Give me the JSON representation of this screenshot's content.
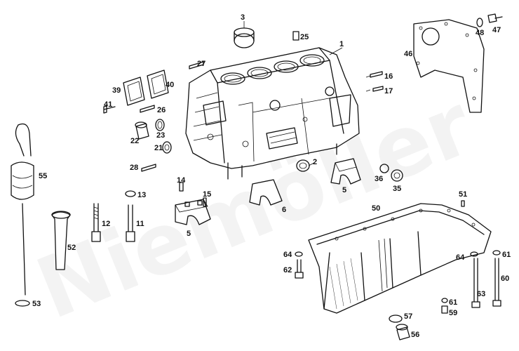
{
  "diagram": {
    "callouts": {
      "c1": "1",
      "c2": "2",
      "c3": "3",
      "c5a": "5",
      "c5b": "5",
      "c6": "6",
      "c11": "11",
      "c12": "12",
      "c13": "13",
      "c14": "14",
      "c15": "15",
      "c16": "16",
      "c17": "17",
      "c21": "21",
      "c22": "22",
      "c23": "23",
      "c25": "25",
      "c26": "26",
      "c27": "27",
      "c28": "28",
      "c35": "35",
      "c36": "36",
      "c39": "39",
      "c40": "40",
      "c41": "41",
      "c46": "46",
      "c47": "47",
      "c48": "48",
      "c50": "50",
      "c51": "51",
      "c52": "52",
      "c53": "53",
      "c55": "55",
      "c56": "56",
      "c57": "57",
      "c59": "59",
      "c60": "60",
      "c61a": "61",
      "c61b": "61",
      "c62": "62",
      "c63": "63",
      "c64a": "64",
      "c64b": "64"
    },
    "watermark": "Niemöller"
  }
}
